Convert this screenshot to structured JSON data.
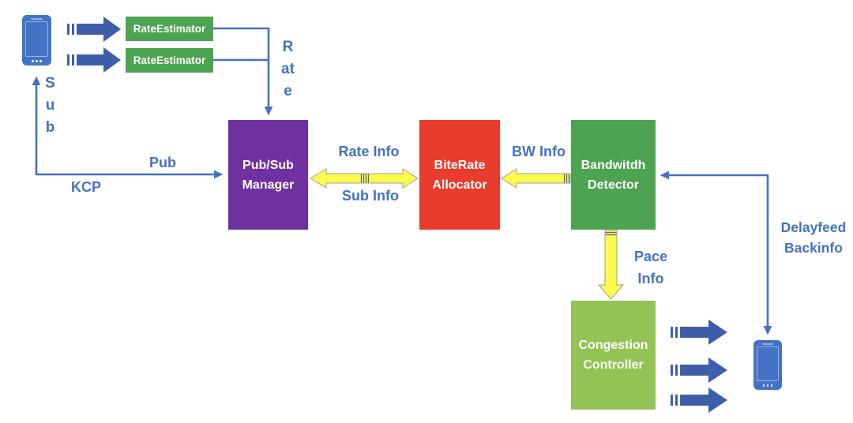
{
  "colors": {
    "line_blue": "#4472C4",
    "arrow_blue": "#3E5EA9",
    "label_blue": "#4472C4",
    "green": "#4CA350",
    "light_green": "#93C355",
    "red": "#E83C2D",
    "purple": "#7030A0",
    "yellow": "#FBFB4E",
    "yellow_stroke": "#9E9E9E",
    "hatch": "#56688F",
    "box_text": "#FFFFFF"
  },
  "nodes": {
    "subscriber_phone": {
      "icon": "phone-icon"
    },
    "rate_estimator_1": {
      "label": "RateEstimator"
    },
    "rate_estimator_2": {
      "label": "RateEstimator"
    },
    "pubsub_manager": {
      "lines": [
        "Pub/Sub",
        "Manager"
      ]
    },
    "biterate_allocator": {
      "lines": [
        "BiteRate",
        "Allocator"
      ]
    },
    "bandwidth_detector": {
      "lines": [
        "Bandwitdh",
        "Detector"
      ]
    },
    "congestion_controller": {
      "lines": [
        "Congestion",
        "Controller"
      ]
    },
    "publisher_phone": {
      "icon": "phone-icon"
    }
  },
  "labels": {
    "sub": "Sub",
    "rate": "Rate",
    "pub": "Pub",
    "kcp": "KCP",
    "rate_info": "Rate Info",
    "sub_info": "Sub Info",
    "bw_info": "BW Info",
    "pace_info": [
      "Pace",
      "Info"
    ],
    "delayfeed_backinfo": [
      "Delayfeed",
      "Backinfo"
    ]
  }
}
